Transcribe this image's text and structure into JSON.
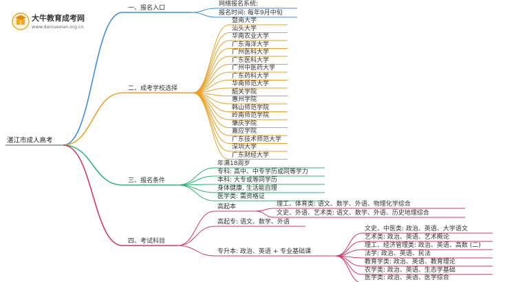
{
  "brand": {
    "title": "大牛教育成考网",
    "url": "www.daniuexian.org.cn",
    "logo_icon": "graduation-book-icon",
    "logo_color": "#f5a623"
  },
  "mindmap": {
    "root": "湛江市成人高考",
    "branches": [
      {
        "label": "一、报名入口",
        "color": "#3a8fd8",
        "children": [
          {
            "label": "网络报名系统:"
          },
          {
            "label": "报名时间: 每年9月中旬"
          }
        ]
      },
      {
        "label": "二、成考学校选择",
        "color": "#e9a227",
        "children": [
          {
            "label": "暨南大学"
          },
          {
            "label": "汕头大学"
          },
          {
            "label": "华南农业大学"
          },
          {
            "label": "广东海洋大学"
          },
          {
            "label": "广州医科大学"
          },
          {
            "label": "广东医科大学"
          },
          {
            "label": "广州中医药大学"
          },
          {
            "label": "广东药科大学"
          },
          {
            "label": "华南师范大学"
          },
          {
            "label": "韶关学院"
          },
          {
            "label": "惠州学院"
          },
          {
            "label": "韩山师范学院"
          },
          {
            "label": "岭南师范学院"
          },
          {
            "label": "肇庆学院"
          },
          {
            "label": "嘉应学院"
          },
          {
            "label": "广东技术师范大学"
          },
          {
            "label": "深圳大学"
          },
          {
            "label": "广东财经大学"
          }
        ]
      },
      {
        "label": "三、报名条件",
        "color": "#2bb673",
        "children": [
          {
            "label": "年满18周岁"
          },
          {
            "label": "专科: 高中、中专学历或同等学力"
          },
          {
            "label": "本科: 大专或等同学历"
          },
          {
            "label": "身体健康, 生活能自理"
          },
          {
            "label": "医学类: 需资格证"
          }
        ]
      },
      {
        "label": "四、考试科目",
        "color": "#d6336c",
        "children": [
          {
            "label": "高起本",
            "children": [
              {
                "label": "理工、体育类: 语文、数学、外语、物理化学综合"
              },
              {
                "label": "文史、外语、艺术类: 语文、数学、外语、历史地理综合"
              }
            ]
          },
          {
            "label": "高起专: 语文、数学、外语"
          },
          {
            "label": "专升本: 政治、英语 + 专业基础课",
            "children": [
              {
                "label": "文史、中医类: 政治、英语、大学语文"
              },
              {
                "label": "艺术类: 政治、英语、艺术概论"
              },
              {
                "label": "理工、经济管理类: 政治、英语、高数 (二)"
              },
              {
                "label": "法学: 政治、英语、民法"
              },
              {
                "label": "教育学类: 政治、英语、教育理论"
              },
              {
                "label": "农学类: 政治、英语、生态学基础"
              },
              {
                "label": "医学类: 政治、英语、医学综合"
              }
            ]
          }
        ]
      }
    ]
  }
}
